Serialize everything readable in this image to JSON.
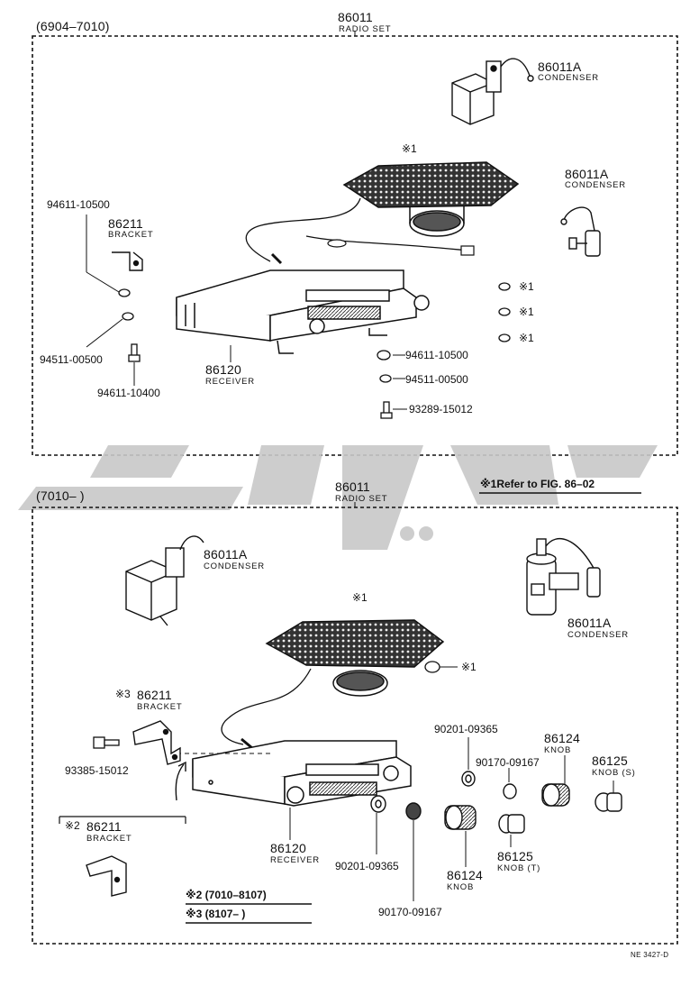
{
  "top": {
    "date_range": "(6904–7010)",
    "radio_set": {
      "number": "86011",
      "caption": "RADIO SET"
    },
    "condenser_a": {
      "number": "86011A",
      "caption": "CONDENSER"
    },
    "condenser_b": {
      "number": "86011A",
      "caption": "CONDENSER"
    },
    "speaker_mark": "※1",
    "bracket": {
      "number": "86211",
      "caption": "BRACKET"
    },
    "receiver": {
      "number": "86120",
      "caption": "RECEIVER"
    },
    "parts": {
      "p1": "94611-10500",
      "p2": "94511-00500",
      "p3": "94611-10400",
      "p4": "94611-10500",
      "p5": "94511-00500",
      "p6": "93289-15012"
    },
    "marks": [
      "※1",
      "※1",
      "※1"
    ]
  },
  "bottom": {
    "date_range": "(7010–        )",
    "refer_note": "※1Refer to FIG. 86–02",
    "radio_set": {
      "number": "86011",
      "caption": "RADIO SET"
    },
    "condenser_a": {
      "number": "86011A",
      "caption": "CONDENSER"
    },
    "condenser_b": {
      "number": "86011A",
      "caption": "CONDENSER"
    },
    "speaker_mark": "※1",
    "nut_mark": "※1",
    "bracket3": {
      "mark": "※3",
      "number": "86211",
      "caption": "BRACKET"
    },
    "bracket2": {
      "mark": "※2",
      "number": "86211",
      "caption": "BRACKET"
    },
    "receiver": {
      "number": "86120",
      "caption": "RECEIVER"
    },
    "screw": "93385-15012",
    "washer_top": "90201-09365",
    "washer_bottom": "90201-09365",
    "nut_top": "90170-09167",
    "nut_bottom": "90170-09167",
    "knob_top": {
      "number": "86124",
      "caption": "KNOB"
    },
    "knob_bottom": {
      "number": "86124",
      "caption": "KNOB"
    },
    "knob_s": {
      "number": "86125",
      "caption": "KNOB (S)"
    },
    "knob_t": {
      "number": "86125",
      "caption": "KNOB (T)"
    },
    "note2": "※2 (7010–8107)",
    "note3": "※3 (8107–        )",
    "figure_code": "NE 3427-D"
  },
  "colors": {
    "ink": "#111111",
    "watermark": "#c8c8c8",
    "paper": "#ffffff"
  }
}
